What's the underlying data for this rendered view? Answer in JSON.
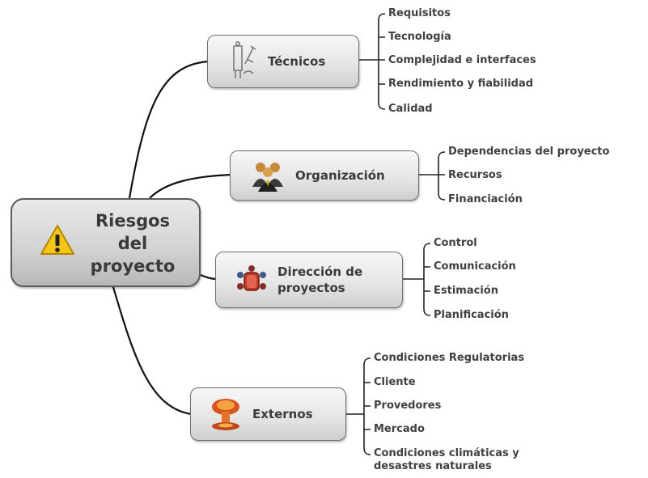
{
  "root": {
    "label": "Riesgos\ndel\nproyecto"
  },
  "branches": [
    {
      "label": "Técnicos",
      "icon": "technician-tools-icon",
      "children": [
        "Requisitos",
        "Tecnología",
        "Complejidad e interfaces",
        "Rendimiento y fiabilidad",
        "Calidad"
      ]
    },
    {
      "label": "Organización",
      "icon": "people-group-icon",
      "children": [
        "Dependencias del proyecto",
        "Recursos",
        "Financiación"
      ]
    },
    {
      "label": "Dirección de\nproyectos",
      "icon": "meeting-table-icon",
      "children": [
        "Control",
        "Comunicación",
        "Estimación",
        "Planificación"
      ]
    },
    {
      "label": "Externos",
      "icon": "explosion-icon",
      "children": [
        "Condiciones Regulatorias",
        "Cliente",
        "Provedores",
        "Mercado",
        "Condiciones climáticas y\ndesastres naturales"
      ]
    }
  ],
  "colors": {
    "connector": "#111111",
    "node_border": "#6f6f6f",
    "text": "#3a3a3a",
    "warning_fill": "#f5c518"
  }
}
